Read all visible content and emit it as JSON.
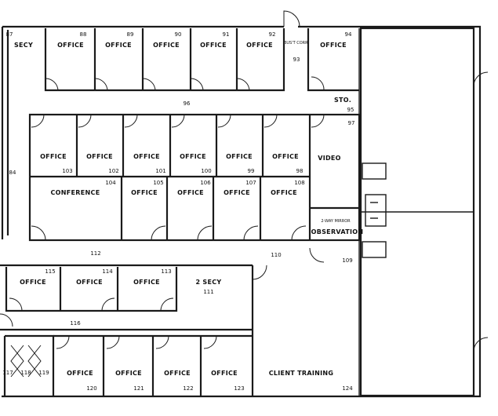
{
  "plan": {
    "rooms": [
      {
        "id": "r87",
        "num": "87",
        "label": "SECY"
      },
      {
        "id": "r88",
        "num": "88",
        "label": "OFFICE"
      },
      {
        "id": "r89",
        "num": "89",
        "label": "OFFICE"
      },
      {
        "id": "r90",
        "num": "90",
        "label": "OFFICE"
      },
      {
        "id": "r91",
        "num": "91",
        "label": "OFFICE"
      },
      {
        "id": "r92",
        "num": "92",
        "label": "OFFICE"
      },
      {
        "id": "r93",
        "num": "93",
        "label": "BUS'T CORR."
      },
      {
        "id": "r94",
        "num": "94",
        "label": "OFFICE"
      },
      {
        "id": "r95",
        "num": "95",
        "label": "STO."
      },
      {
        "id": "r96",
        "num": "96",
        "label": ""
      },
      {
        "id": "r97",
        "num": "97",
        "label": "VIDEO"
      },
      {
        "id": "r103",
        "num": "103",
        "label": "OFFICE"
      },
      {
        "id": "r102",
        "num": "102",
        "label": "OFFICE"
      },
      {
        "id": "r101",
        "num": "101",
        "label": "OFFICE"
      },
      {
        "id": "r100",
        "num": "100",
        "label": "OFFICE"
      },
      {
        "id": "r99",
        "num": "99",
        "label": "OFFICE"
      },
      {
        "id": "r98",
        "num": "98",
        "label": "OFFICE"
      },
      {
        "id": "r104",
        "num": "104",
        "label": "CONFERENCE"
      },
      {
        "id": "r105",
        "num": "105",
        "label": "OFFICE"
      },
      {
        "id": "r106",
        "num": "106",
        "label": "OFFICE"
      },
      {
        "id": "r107",
        "num": "107",
        "label": "OFFICE"
      },
      {
        "id": "r108",
        "num": "108",
        "label": "OFFICE"
      },
      {
        "id": "r109",
        "num": "109",
        "label": "OBSERVATION"
      },
      {
        "id": "r84",
        "num": "84",
        "label": ""
      },
      {
        "id": "r112",
        "num": "112",
        "label": ""
      },
      {
        "id": "r110",
        "num": "110",
        "label": ""
      },
      {
        "id": "r115",
        "num": "115",
        "label": "OFFICE"
      },
      {
        "id": "r114",
        "num": "114",
        "label": "OFFICE"
      },
      {
        "id": "r113",
        "num": "113",
        "label": "OFFICE"
      },
      {
        "id": "r111",
        "num": "111",
        "label": "2 SECY"
      },
      {
        "id": "r116",
        "num": "116",
        "label": ""
      },
      {
        "id": "r117",
        "num": "117",
        "label": ""
      },
      {
        "id": "r118",
        "num": "118",
        "label": ""
      },
      {
        "id": "r119",
        "num": "119",
        "label": ""
      },
      {
        "id": "r120",
        "num": "120",
        "label": "OFFICE"
      },
      {
        "id": "r121",
        "num": "121",
        "label": "OFFICE"
      },
      {
        "id": "r122",
        "num": "122",
        "label": "OFFICE"
      },
      {
        "id": "r123",
        "num": "123",
        "label": "OFFICE"
      },
      {
        "id": "r124",
        "num": "124",
        "label": "CLIENT TRAINING"
      }
    ],
    "observation_note": "2-WAY MIRROR"
  }
}
